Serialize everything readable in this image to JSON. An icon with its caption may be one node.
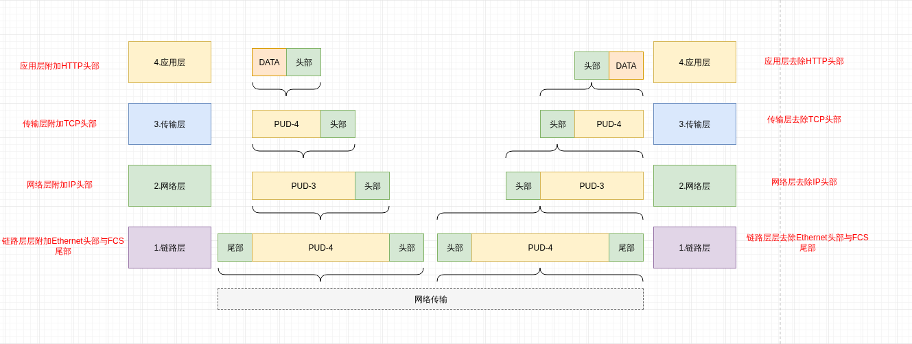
{
  "diagram": {
    "nodes": [
      {
        "text": [
          "4.应用层"
        ]
      },
      {
        "text": [
          "DATA"
        ]
      },
      {
        "text": [
          "头部"
        ]
      },
      {
        "text": [
          "头部"
        ]
      },
      {
        "text": [
          "DATA"
        ]
      },
      {
        "text": [
          "4.应用层"
        ]
      },
      {
        "text": [
          "3.传输层"
        ]
      },
      {
        "text": [
          "PUD-4"
        ]
      },
      {
        "text": [
          "头部"
        ]
      },
      {
        "text": [
          "头部"
        ]
      },
      {
        "text": [
          "PUD-4"
        ]
      },
      {
        "text": [
          "3.传输层"
        ]
      },
      {
        "text": [
          "2.网络层"
        ]
      },
      {
        "text": [
          "PUD-3"
        ]
      },
      {
        "text": [
          "头部"
        ]
      },
      {
        "text": [
          "头部"
        ]
      },
      {
        "text": [
          "PUD-3"
        ]
      },
      {
        "text": [
          "2.网络层"
        ]
      },
      {
        "text": [
          "1.链路层"
        ]
      },
      {
        "text": [
          "尾部"
        ]
      },
      {
        "text": [
          "PUD-4"
        ]
      },
      {
        "text": [
          "头部"
        ]
      },
      {
        "text": [
          "头部"
        ]
      },
      {
        "text": [
          "PUD-4"
        ]
      },
      {
        "text": [
          "尾部"
        ]
      },
      {
        "text": [
          "1.链路层"
        ]
      },
      {
        "text": [
          "网络传输"
        ]
      }
    ],
    "edges": [],
    "labels": [
      "应用层附加HTTP头部",
      "应用层去除HTTP头部",
      "传输层附加TCP头部",
      "传输层去除TCP头部",
      "网络层附加IP头部",
      "网络层去除IP头部",
      "链路层层附加Ethernet头部与FCS尾部",
      "链路层层去除Ethernet头部与FCS尾部"
    ]
  }
}
